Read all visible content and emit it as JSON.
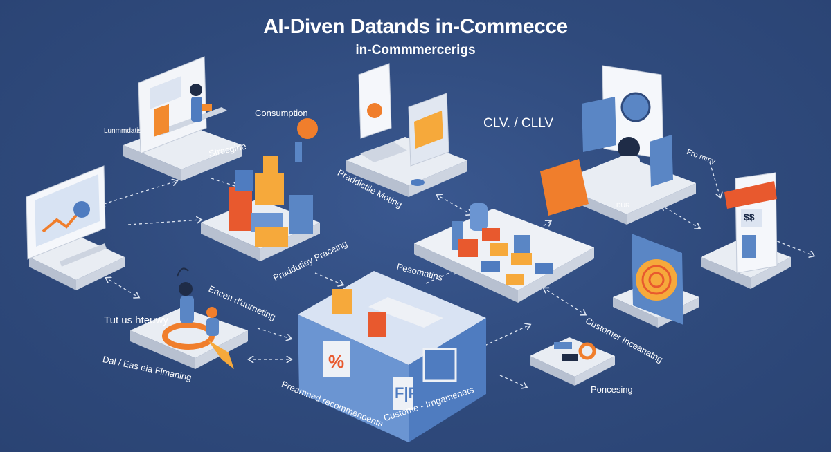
{
  "title": "AI-Diven Datands in-Commecce",
  "subtitle": "in-Commmercerigs",
  "labels": {
    "consumption": "Consumption",
    "clv": "CLV. / CLLV",
    "left_small": "Lunmmdatis",
    "stracegine": "Stracgine",
    "predictive_matching": "Praddictiie Moting",
    "fro_mmy": "Fro mmy",
    "product_processing": "Praddutiey Praceing",
    "pesomations": "Pesomatins",
    "tut_us_heway": "Tut us hteuwy",
    "eacen": "Eacen d'uurneting",
    "customer_incenating": "Customer Inceanatng",
    "dat_eas": "Dal / Eas eia Flmaning",
    "preaned": "Preamned recommenoents",
    "custome_ingamenets": "Custome - Irngamenets",
    "poncesing": "Poncesing",
    "dur": "DUR"
  },
  "glyphs": {
    "percent": "%",
    "dollar": "$$",
    "fp": "F|P"
  },
  "colors": {
    "background": "#2f4a7c",
    "accent_orange": "#f07e2c",
    "accent_blue": "#5a86c5",
    "surface": "#e9edf3"
  }
}
